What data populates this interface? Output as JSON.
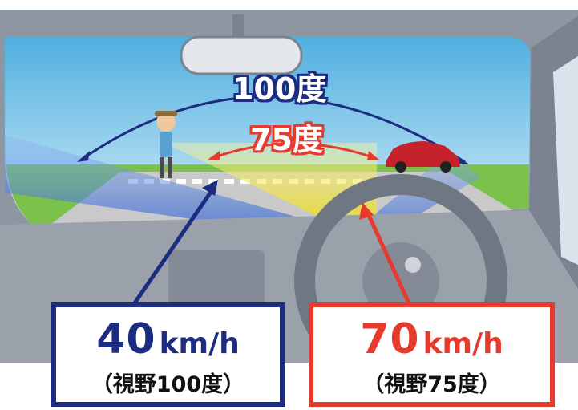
{
  "angles": {
    "wide_label": "100度",
    "narrow_label": "75度"
  },
  "speeds": [
    {
      "number": "40",
      "unit": "km/h",
      "fov": "（視野100度）"
    },
    {
      "number": "70",
      "unit": "km/h",
      "fov": "（視野75度）"
    }
  ],
  "colors": {
    "blue": "#1c2c80",
    "red": "#e63a2c",
    "sky": "#6fc2e6",
    "grass": "#7cc24a",
    "interior": "#9aa1ab"
  },
  "icons": [
    "pedestrian-figure",
    "red-car",
    "rearview-mirror",
    "steering-wheel"
  ]
}
